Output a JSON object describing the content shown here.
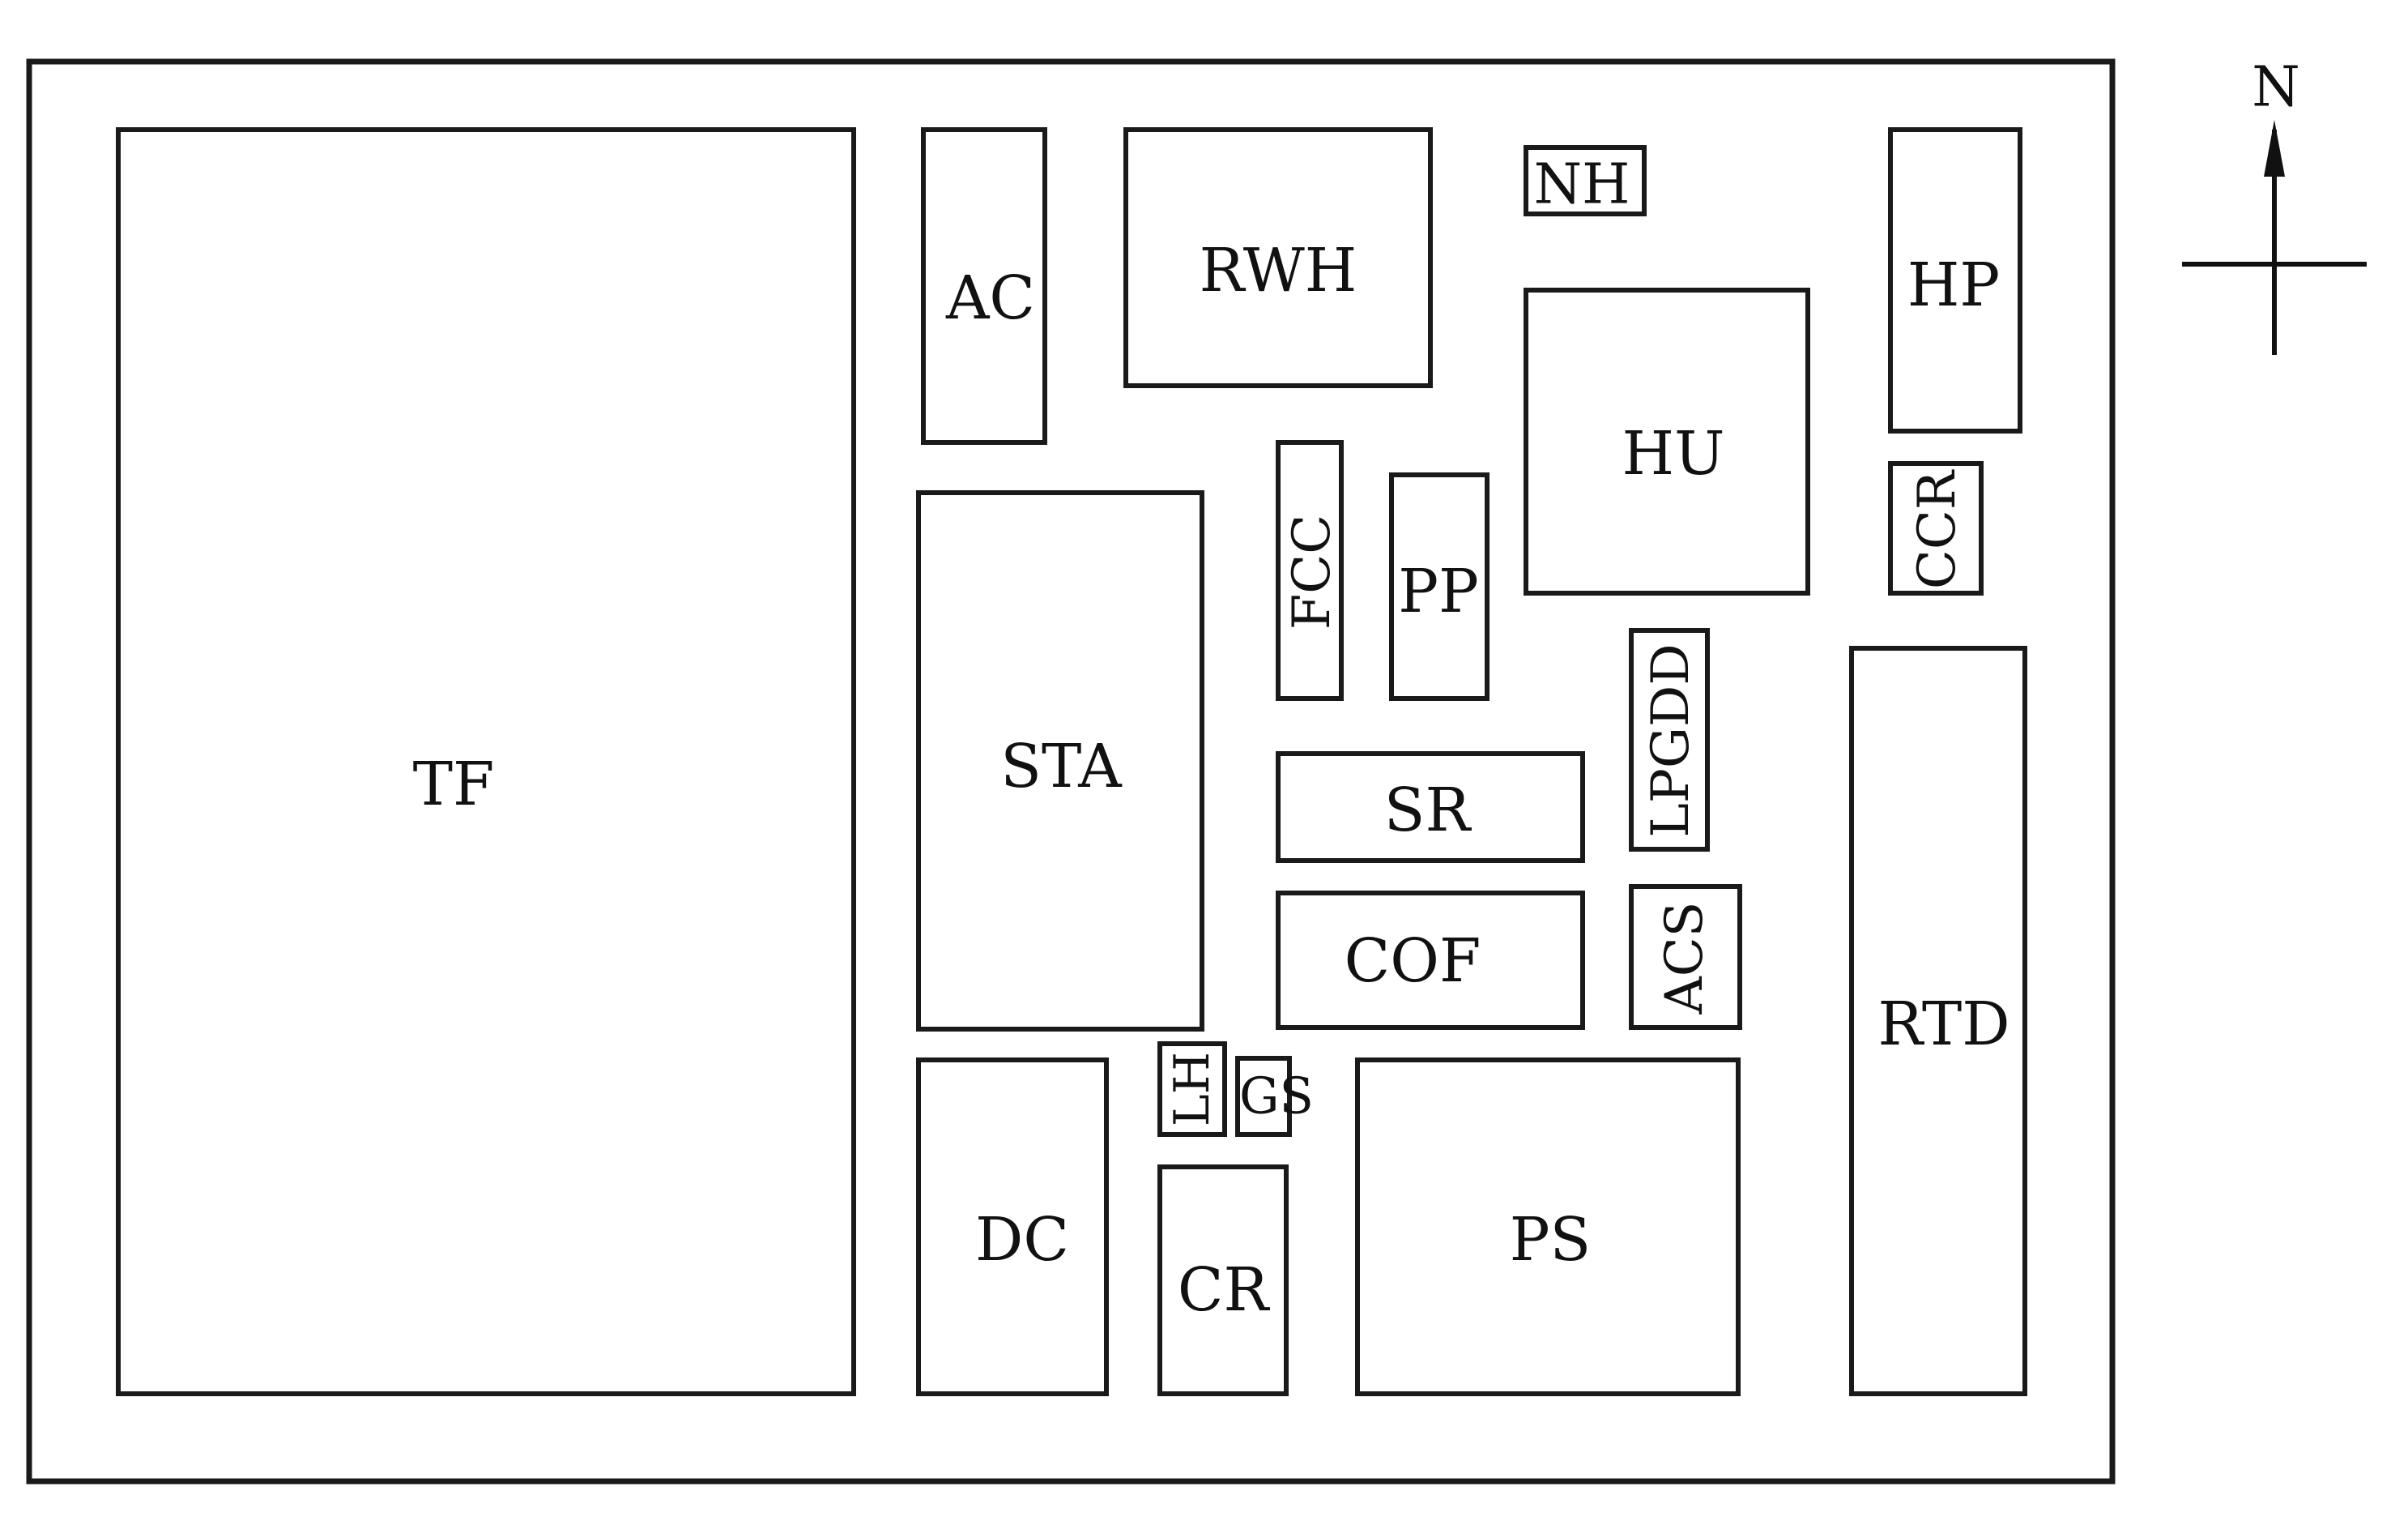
{
  "compass": {
    "label": "N"
  },
  "rooms": {
    "tf": "TF",
    "ac": "AC",
    "rwh": "RWH",
    "nh": "NH",
    "hp": "HP",
    "hu": "HU",
    "ccr": "CCR",
    "fcc": "FCC",
    "pp": "PP",
    "sta": "STA",
    "sr": "SR",
    "lpgdd": "LPGDD",
    "cof": "COF",
    "acs": "ACS",
    "rtd": "RTD",
    "dc": "DC",
    "lh": "LH",
    "gs": "GS",
    "cr": "CR",
    "ps": "PS"
  },
  "colors": {
    "line": "#1a1a1a",
    "background": "#ffffff"
  }
}
